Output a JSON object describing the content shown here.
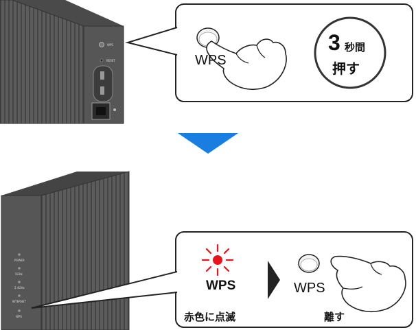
{
  "step1": {
    "button_label": "WPS",
    "badge_number": "3",
    "badge_unit": "秒間",
    "badge_action": "押す"
  },
  "step2": {
    "lamp_button_label": "WPS",
    "lamp_state": "赤色に点滅",
    "button_label": "WPS",
    "action": "離す"
  },
  "device_top_labels": {
    "wps": "WPS",
    "reset": "RESET"
  },
  "device_bottom_lamps": [
    "POWER",
    "5GHz",
    "2.4GHz",
    "INTERNET",
    "WPS"
  ],
  "colors": {
    "device_body": "#5a5a5a",
    "device_dark": "#3e3e3e",
    "arrow": "#1a7de0",
    "lamp_red": "#e8141c",
    "outline": "#222222"
  }
}
